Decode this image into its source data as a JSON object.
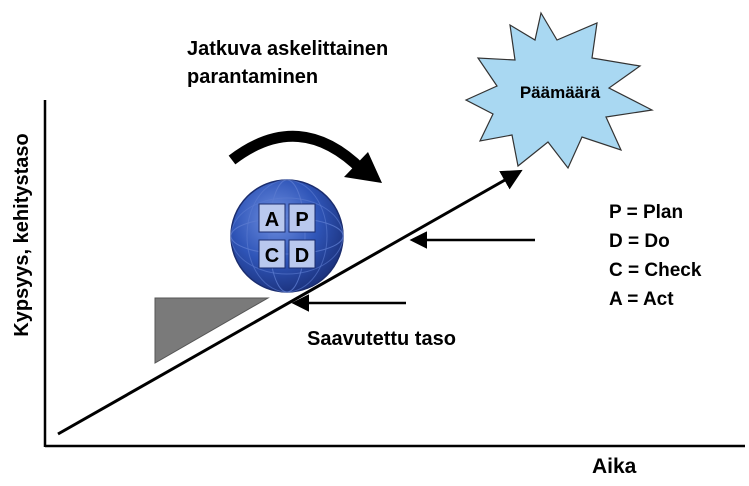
{
  "title": {
    "line1": "Jatkuva askelittainen",
    "line2": "parantaminen"
  },
  "axes": {
    "y_label": "Kypsyys, kehitystaso",
    "x_label": "Aika"
  },
  "goal": {
    "label": "Päämäärä",
    "color": "#a9d8f2"
  },
  "pdca": {
    "cells": [
      "A",
      "P",
      "C",
      "D"
    ],
    "sphere_color": "#2f55b8",
    "cell_color": "#b9c8ee"
  },
  "legend": {
    "items": [
      "P = Plan",
      "D = Do",
      "C = Check",
      "A = Act"
    ]
  },
  "achieved_level": {
    "label": "Saavutettu taso"
  },
  "wedge_color": "#7a7a7a"
}
